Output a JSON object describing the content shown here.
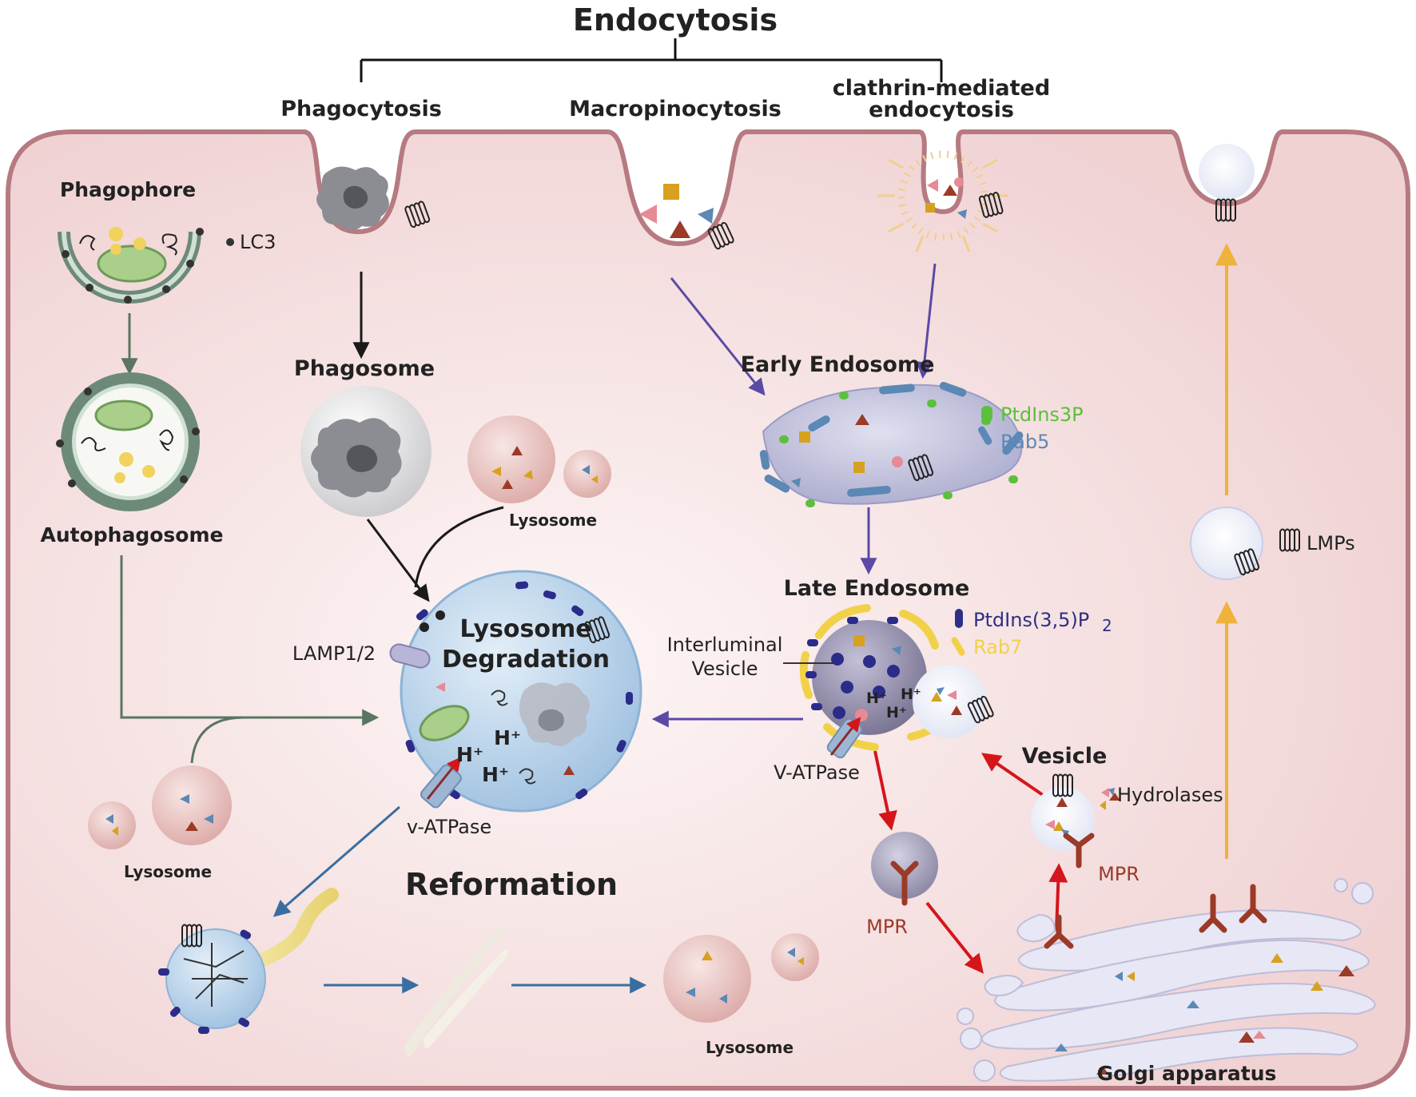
{
  "labels": {
    "endocytosis": "Endocytosis",
    "phagocytosis": "Phagocytosis",
    "macropinocytosis": "Macropinocytosis",
    "clathrin_line1": "clathrin-mediated",
    "clathrin_line2": "endocytosis",
    "phagophore": "Phagophore",
    "lc3": "LC3",
    "autophagosome": "Autophagosome",
    "phagosome": "Phagosome",
    "lysosome": "Lysosome",
    "early_endosome": "Early Endosome",
    "ptdins3p": "PtdIns3P",
    "rab5": "Rab5",
    "late_endosome": "Late Endosome",
    "ptdins35p2": "PtdIns(3,5)P",
    "ptdins35p2_sub": "2",
    "rab7": "Rab7",
    "interluminal_line1": "Interluminal",
    "interluminal_line2": "Vesicle",
    "lmps": "LMPs",
    "lamp12": "LAMP1/2",
    "lysosome_degradation_line1": "Lysosome",
    "lysosome_degradation_line2": "Degradation",
    "h_plus": "H⁺",
    "v_atpase_lower": "v-ATPase",
    "v_atpase_upper": "V-ATPase",
    "vesicle": "Vesicle",
    "hydrolases": "Hydrolases",
    "mpr": "MPR",
    "reformation": "Reformation",
    "golgi": "Golgi apparatus"
  },
  "colors": {
    "cell_fill": "#f4dcdc",
    "cell_border": "#b67a80",
    "lysosome_blue": "#bcd6ec",
    "purple_arrow": "#5a4aa6",
    "gold_arrow": "#efb23a",
    "red_arrow": "#d4161b",
    "blue_arrow": "#3a6ea0",
    "green_arrow": "#5a7560",
    "ptdins3p_green": "#5cbf3d",
    "rab5_blue": "#5b88b5",
    "ptdins35p2_navy": "#2e2f86",
    "rab7_yellow": "#f2d14a"
  }
}
